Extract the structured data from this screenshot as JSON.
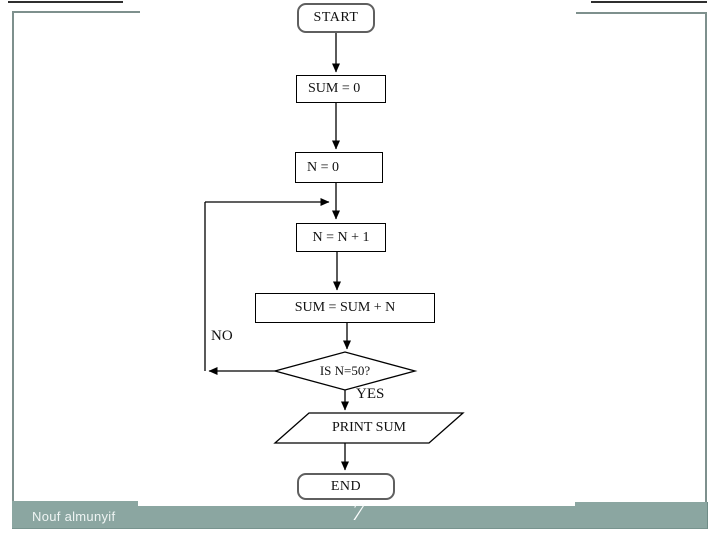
{
  "slide": {
    "flowchart": {
      "nodes": {
        "start": "START",
        "init_sum": "SUM = 0",
        "init_n": "N = 0",
        "increment": "N = N + 1",
        "accumulate": "SUM = SUM + N",
        "decision": "IS N=50?",
        "output": "PRINT SUM",
        "end": "END"
      },
      "branch_labels": {
        "no": "NO",
        "yes": "YES"
      }
    },
    "footer": {
      "author": "Nouf almunyif",
      "page_number": "7"
    },
    "colors": {
      "footer_bar": "#8BA6A1",
      "frame_line": "#7E908D",
      "top_accent_line": "#2F2F2F",
      "flow_stroke": "#000000",
      "terminator_border": "#5F5F5F"
    }
  }
}
